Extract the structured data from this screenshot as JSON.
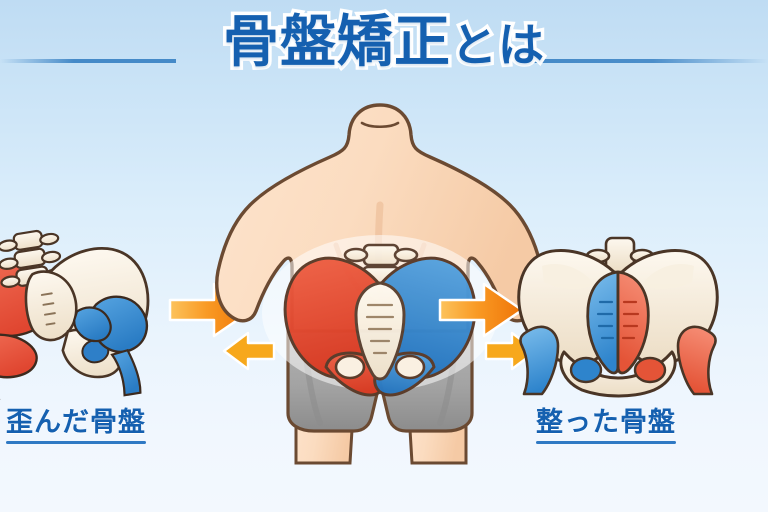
{
  "page": {
    "title": "骨盤矯正とは",
    "title_main": "骨盤矯正",
    "title_tail": "とは",
    "background_top_color": "#bfdcf3",
    "background_bottom_color": "#f3f8fe",
    "title_color": "#1560b0",
    "title_outline_color": "#ffffff",
    "rule_color": "#3e85c5"
  },
  "captions": {
    "left": "歪んだ骨盤",
    "right": "整った骨盤",
    "color": "#1560b0",
    "underline_color": "#2f79c4"
  },
  "illustrations": {
    "left_pelvis": {
      "name": "distorted-pelvis",
      "state": "tilted",
      "red_side": "left",
      "blue_side": "right",
      "bone_color": "#f6ecdc",
      "red_color": "#e8523a",
      "blue_color": "#3a8fd4",
      "outline_color": "#4a3526"
    },
    "center_body": {
      "name": "person-back-view-hands-on-hips",
      "skin_color": "#fbdcc0",
      "skin_shadow_color": "#f3c9a6",
      "outline_color": "#6b4a32",
      "shorts_color": "#a8a8a8",
      "shorts_shadow_color": "#8f8f8f",
      "pelvis_red_color": "#e8472f",
      "pelvis_blue_color": "#3a8fd4",
      "sacrum_color": "#fbf2e4"
    },
    "right_pelvis": {
      "name": "aligned-pelvis",
      "state": "symmetric",
      "blue_side": "left",
      "red_side": "right",
      "bone_color": "#f6ecdc",
      "red_color": "#ef6a4f",
      "blue_color": "#3a8fd4",
      "outline_color": "#4a3526"
    }
  },
  "arrows": {
    "big_left": {
      "name": "transition-arrow-left",
      "direction": "right",
      "color_start": "#fbb040",
      "color_end": "#f07c10"
    },
    "big_right": {
      "name": "transition-arrow-right",
      "direction": "right",
      "color_start": "#fbb040",
      "color_end": "#f07c10"
    },
    "small_left": {
      "name": "spread-arrow-left",
      "direction": "left",
      "color_start": "#fdc54a",
      "color_end": "#f59a16"
    },
    "small_right": {
      "name": "spread-arrow-right",
      "direction": "right",
      "color_start": "#fdc54a",
      "color_end": "#f59a16"
    }
  }
}
